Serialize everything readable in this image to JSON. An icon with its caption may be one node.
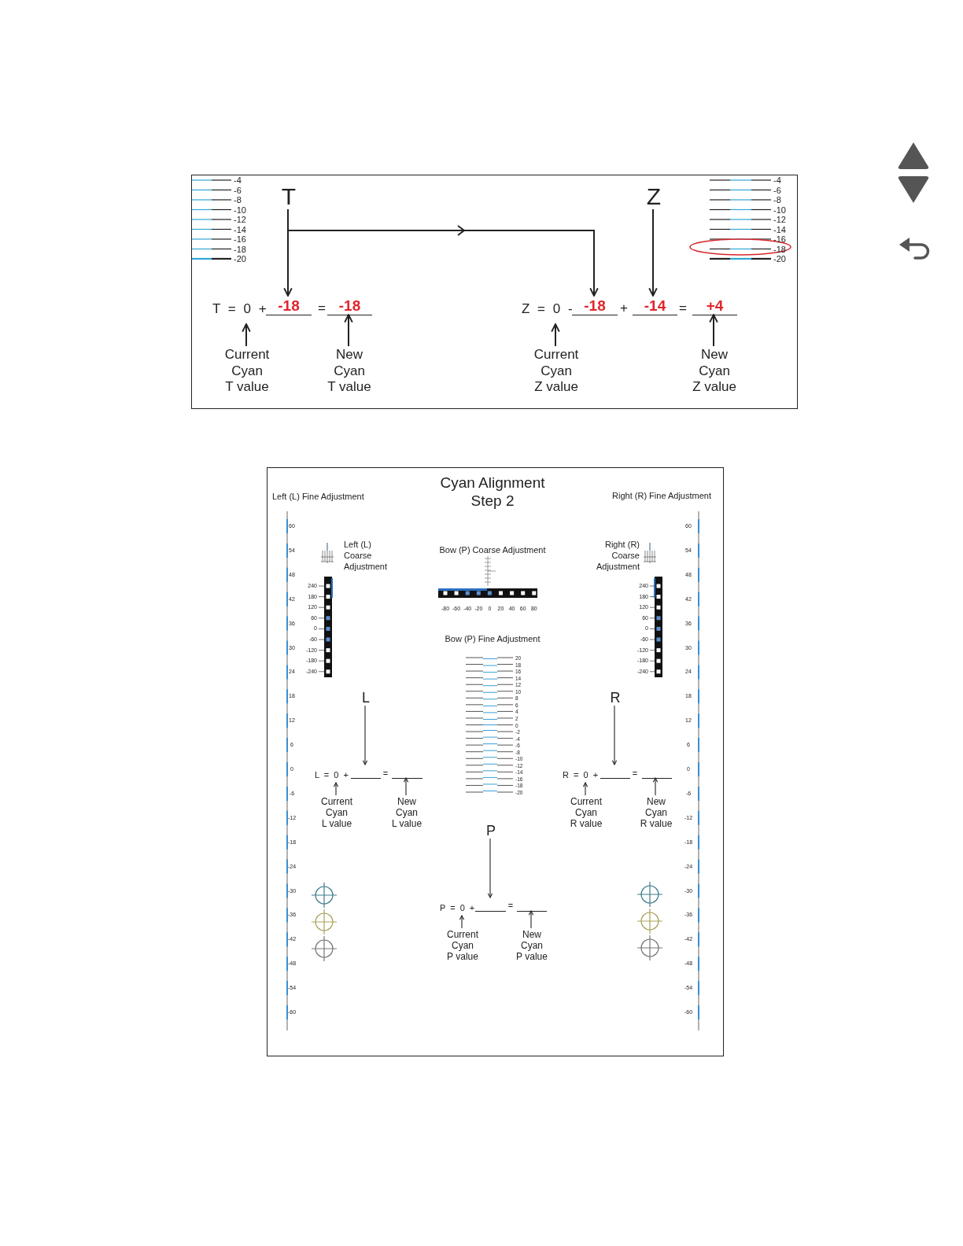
{
  "diagram": {
    "nodes": [
      {
        "text": [],
        "shape": "box"
      },
      {
        "text": [
          "T"
        ],
        "in": 0
      },
      {
        "text": [
          "Z"
        ],
        "in": 0
      },
      {
        "text": [
          "T = 0 +"
        ],
        "in": 0
      },
      {
        "text": [
          "-18"
        ],
        "in": 0
      },
      {
        "text": [
          "-18"
        ],
        "in": 0
      },
      {
        "text": [
          "Z = 0 -"
        ],
        "in": 0
      },
      {
        "text": [
          "-18"
        ],
        "in": 0
      },
      {
        "text": [
          "-14"
        ],
        "in": 0
      },
      {
        "text": [
          "+4"
        ],
        "in": 0
      },
      {
        "text": [
          "Current Cyan T value"
        ],
        "in": 0
      },
      {
        "text": [
          "New Cyan T value"
        ],
        "in": 0
      },
      {
        "text": [
          "Current Cyan Z value"
        ],
        "in": 0
      },
      {
        "text": [
          "New Cyan Z value"
        ],
        "in": 0
      },
      {
        "text": [],
        "shape": "box"
      },
      {
        "text": [
          "L"
        ],
        "in": 14
      },
      {
        "text": [
          "R"
        ],
        "in": 14
      },
      {
        "text": [
          "L = 0 +"
        ],
        "in": 14
      },
      {
        "text": [],
        "shape": "bar",
        "in": 14
      },
      {
        "text": [],
        "shape": "bar",
        "in": 14
      },
      {
        "text": [
          "R = 0 +"
        ],
        "in": 14
      },
      {
        "text": [],
        "shape": "bar",
        "in": 14
      },
      {
        "text": [],
        "shape": "bar",
        "in": 14
      },
      {
        "text": [
          "Current Cyan L value"
        ],
        "in": 14
      },
      {
        "text": [
          "New Cyan L value"
        ],
        "in": 14
      },
      {
        "text": [
          "Current Cyan R value"
        ],
        "in": 14
      },
      {
        "text": [
          "New Cyan R value"
        ],
        "in": 14
      },
      {
        "text": [
          "P"
        ],
        "in": 14
      },
      {
        "text": [
          "P = 0 +"
        ],
        "in": 14
      },
      {
        "text": [],
        "shape": "bar",
        "in": 14
      },
      {
        "text": [],
        "shape": "bar",
        "in": 14
      },
      {
        "text": [
          "Current Cyan P value"
        ],
        "in": 14
      },
      {
        "text": [
          "New Cyan P value"
        ],
        "in": 14
      }
    ],
    "edges": [
      {
        "from": 1,
        "to": 4,
        "arrow": "to"
      },
      {
        "from": 1,
        "to": 7,
        "arrow": "to"
      },
      {
        "from": 2,
        "to": 8,
        "arrow": "to"
      },
      {
        "from": 10,
        "to": 3,
        "arrow": "to"
      },
      {
        "from": 11,
        "to": 5,
        "arrow": "to"
      },
      {
        "from": 12,
        "to": 6,
        "arrow": "to"
      },
      {
        "from": 13,
        "to": 9,
        "arrow": "to"
      },
      {
        "from": 15,
        "to": 18,
        "arrow": "to"
      },
      {
        "from": 16,
        "to": 21,
        "arrow": "to"
      },
      {
        "from": 23,
        "to": 17,
        "arrow": "to"
      },
      {
        "from": 24,
        "to": 19,
        "arrow": "to"
      },
      {
        "from": 25,
        "to": 20,
        "arrow": "to"
      },
      {
        "from": 26,
        "to": 22,
        "arrow": "to"
      },
      {
        "from": 27,
        "to": 29,
        "arrow": "to"
      },
      {
        "from": 31,
        "to": 28,
        "arrow": "to"
      },
      {
        "from": 32,
        "to": 30,
        "arrow": "to"
      }
    ],
    "labels": [
      "=",
      "+",
      "=",
      "-4",
      "-6",
      "-8",
      "-10",
      "-12",
      "-14",
      "-16",
      "-18",
      "-20",
      "-4",
      "-6",
      "-8",
      "-10",
      "-12",
      "-14",
      "-16",
      "-18",
      "-20",
      "Cyan Alignment Step 2",
      "Left (L) Fine Adjustment",
      "Right (R) Fine Adjustment",
      "60",
      "54",
      "48",
      "42",
      "36",
      "30",
      "24",
      "18",
      "12",
      "6",
      "0",
      "-6",
      "-12",
      "-18",
      "-24",
      "-30",
      "-36",
      "-42",
      "-48",
      "-54",
      "-60",
      "60",
      "54",
      "48",
      "42",
      "36",
      "30",
      "24",
      "18",
      "12",
      "6",
      "0",
      "-6",
      "-12",
      "-18",
      "-24",
      "-30",
      "-36",
      "-42",
      "-48",
      "-54",
      "-60",
      "Left (L) Coarse Adjustment",
      "Bow (P) Coarse Adjustment",
      "Right (R) Coarse Adjustment",
      "240",
      "180",
      "120",
      "60",
      "0",
      "-60",
      "-120",
      "-180",
      "-240",
      "240",
      "180",
      "120",
      "60",
      "0",
      "-60",
      "-120",
      "-180",
      "-240",
      "-80",
      "-60",
      "-40",
      "-20",
      "0",
      "20",
      "40",
      "60",
      "80",
      "Bow (P) Fine Adjustment",
      "20",
      "18",
      "16",
      "14",
      "12",
      "10",
      "8",
      "6",
      "4",
      "2",
      "0",
      "-2",
      "-4",
      "-6",
      "-8",
      "-10",
      "-12",
      "-14",
      "-16",
      "-18",
      "-20",
      "=",
      "=",
      "="
    ]
  }
}
